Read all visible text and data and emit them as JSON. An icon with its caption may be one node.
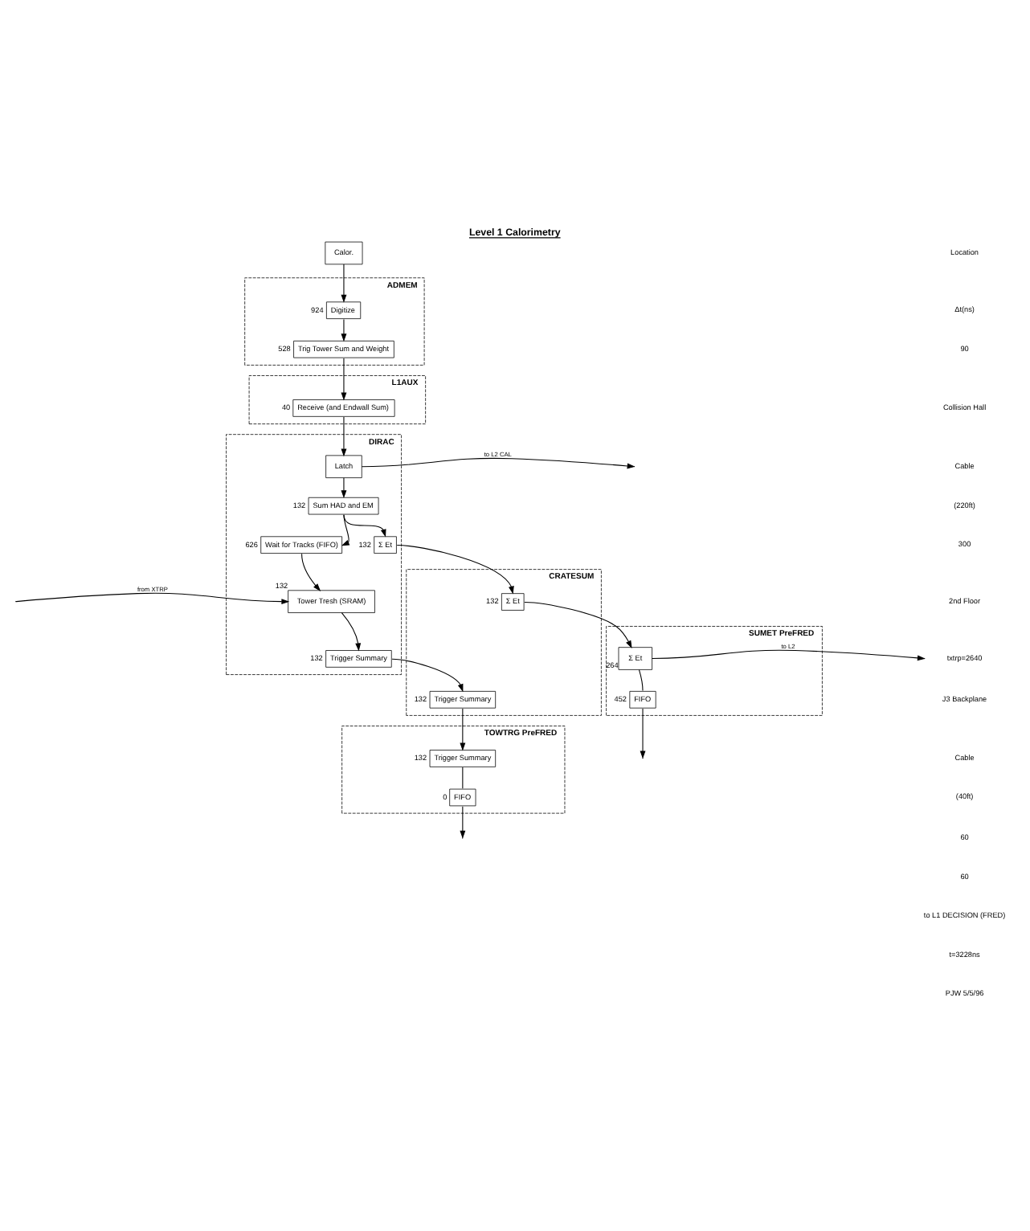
{
  "diagram": {
    "title": "Level 1 Calorimetry",
    "nodes": [
      {
        "text": [
          "Calor."
        ]
      },
      {
        "text": [
          "ADMEM"
        ]
      },
      {
        "text": [
          "Digitize"
        ],
        "in": 1,
        "beside": [
          "924"
        ]
      },
      {
        "text": [
          "Trig Tower Sum and Weight"
        ],
        "in": 1,
        "beside": [
          "528"
        ]
      },
      {
        "text": [
          "L1AUX"
        ]
      },
      {
        "text": [
          "Receive (and Endwall Sum)"
        ],
        "in": 4,
        "beside": [
          "40"
        ]
      },
      {
        "text": [
          "DIRAC"
        ]
      },
      {
        "text": [
          "Latch"
        ],
        "in": 6
      },
      {
        "text": [
          "Sum HAD and EM"
        ],
        "in": 6,
        "beside": [
          "132"
        ]
      },
      {
        "text": [
          "Wait for Tracks (FIFO)"
        ],
        "in": 6,
        "beside": [
          "626"
        ]
      },
      {
        "text": [
          "Σ Et"
        ],
        "in": 6,
        "beside": [
          "132"
        ]
      },
      {
        "text": [
          "Tower Tresh (SRAM)"
        ],
        "in": 6,
        "beside": [
          "132"
        ]
      },
      {
        "text": [
          "Trigger Summary"
        ],
        "in": 6,
        "beside": [
          "132"
        ]
      },
      {
        "text": [
          "CRATESUM"
        ]
      },
      {
        "text": [
          "Trigger Summary"
        ],
        "in": 13,
        "beside": [
          "132"
        ]
      },
      {
        "text": [
          "Σ Et"
        ],
        "in": 13,
        "beside": [
          "132"
        ]
      },
      {
        "text": [
          "TOWTRG PreFRED"
        ]
      },
      {
        "text": [
          "Trigger Summary"
        ],
        "in": 16,
        "beside": [
          "132"
        ]
      },
      {
        "text": [
          "FIFO"
        ],
        "in": 16,
        "beside": [
          "0"
        ]
      },
      {
        "text": [
          "SUMET PreFRED"
        ]
      },
      {
        "text": [
          "Σ Et"
        ],
        "in": 19,
        "beside": [
          "264"
        ]
      },
      {
        "text": [
          "FIFO"
        ],
        "in": 19,
        "beside": [
          "452"
        ]
      }
    ],
    "edges": [
      {
        "from": 0,
        "to": 2,
        "arrow": "to"
      },
      {
        "from": 2,
        "to": 3,
        "arrow": "to"
      },
      {
        "from": 3,
        "to": 5,
        "arrow": "to"
      },
      {
        "from": 5,
        "to": 7,
        "arrow": "to"
      },
      {
        "from": 7,
        "to": null,
        "arrow": "to",
        "label": "to L2 CAL"
      },
      {
        "from": 7,
        "to": 8,
        "arrow": "to"
      },
      {
        "from": 8,
        "to": 9,
        "arrow": "to"
      },
      {
        "from": 8,
        "to": 10,
        "arrow": "to"
      },
      {
        "from": 9,
        "to": 11,
        "arrow": "to"
      },
      {
        "from": null,
        "to": 11,
        "arrow": "to",
        "label": "from XTRP"
      },
      {
        "from": 11,
        "to": 12,
        "arrow": "to"
      },
      {
        "from": 12,
        "to": 14,
        "arrow": "to"
      },
      {
        "from": 10,
        "to": 15,
        "arrow": "to"
      },
      {
        "from": 14,
        "to": 17,
        "arrow": "to"
      },
      {
        "from": 15,
        "to": 20,
        "arrow": "to"
      },
      {
        "from": 20,
        "to": null,
        "arrow": "to",
        "label": "to L2"
      },
      {
        "from": 17,
        "to": 18,
        "arrow": "none"
      },
      {
        "from": 20,
        "to": 21,
        "arrow": "none"
      },
      {
        "from": 18,
        "to": null,
        "arrow": "to"
      },
      {
        "from": 21,
        "to": null,
        "arrow": "to"
      }
    ],
    "labels": [
      "Location",
      "Δt(ns)",
      "90",
      "Collision Hall",
      "Cable",
      "(220ft)",
      "300",
      "2nd Floor",
      "txtrp=2640",
      "J3 Backplane",
      "Cable",
      "(40ft)",
      "60",
      "60",
      "to L1 DECISION (FRED)",
      "t=3228ns",
      "PJW 5/5/96"
    ]
  }
}
